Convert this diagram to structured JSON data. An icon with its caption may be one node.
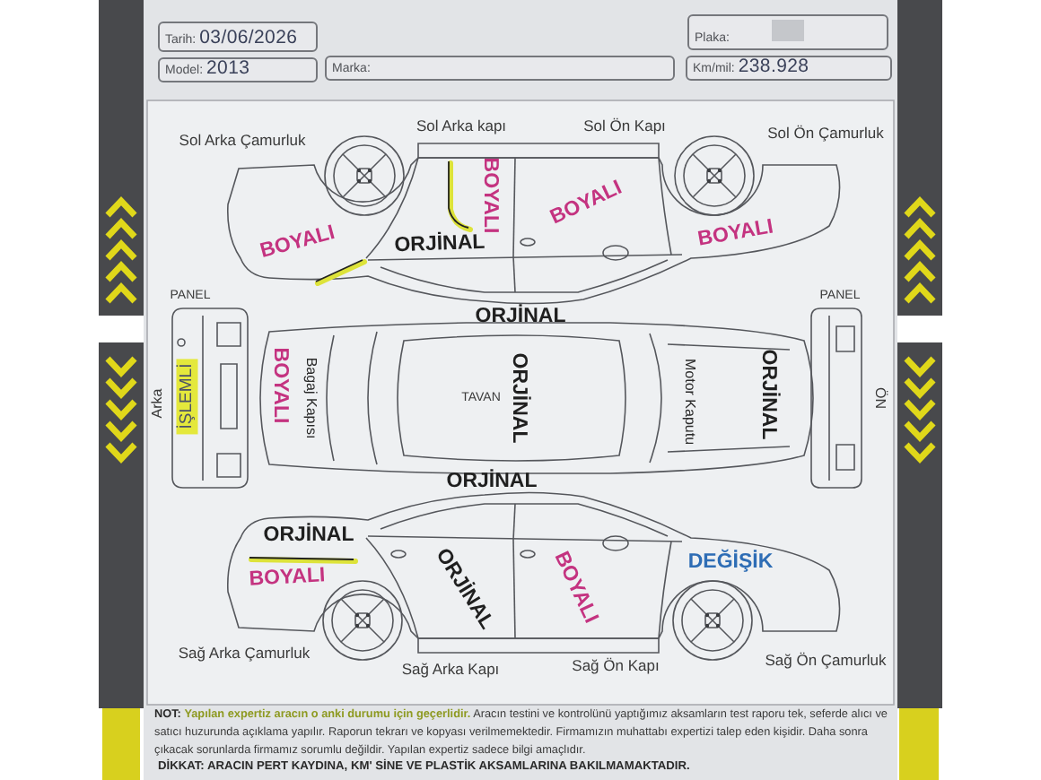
{
  "diagram": {
    "nodes": [
      {
        "text": [
          "Tarih:",
          "03/06/2026"
        ]
      },
      {
        "text": [
          "Plaka:"
        ]
      },
      {
        "text": [
          "Model:",
          "2013"
        ]
      },
      {
        "text": [
          "Marka:"
        ]
      },
      {
        "text": [
          "Km/mil:",
          "238.928"
        ]
      }
    ],
    "labels": [
      "Sol Arka Çamurluk",
      "Sol Arka kapı",
      "Sol Ön Kapı",
      "Sol Ön Çamurluk",
      "BOYALI",
      "BOYALI",
      "ORJİNAL",
      "BOYALI",
      "BOYALI",
      "PANEL",
      "PANEL",
      "ORJİNAL",
      "Arka",
      "İŞLEMLİ",
      "BOYALI",
      "Bagaj Kapısı",
      "TAVAN",
      "ORJİNAL",
      "Motor Kaputu",
      "ORJİNAL",
      "ÖN",
      "ORJİNAL",
      "ORJİNAL",
      "BOYALI",
      "ORJİNAL",
      "BOYALI",
      "DEĞİŞİK",
      "Sağ Arka Çamurluk",
      "Sağ Arka Kapı",
      "Sağ Ön Kapı",
      "Sağ Ön Çamurluk",
      "**NOT:** **Yapılan expertiz aracın o anki durumu için geçerlidir.** Aracın testini ve kontrolünü yaptığımız aksamların test raporu tek, seferde alıcı ve satıcı huzurunda açıklama yapılır. Raporun tekrarı ve kopyası verilmemektedir. Firmamızın muhattabı expertizi talep eden kişidir. Daha sonra çıkacak sorunlarda firmamız sorumlu değildir. Yapılan expertiz sadece bilgi amaçlıdır.",
      "DİKKAT: ARACIN PERT KAYDINA, KM' SİNE VE PLASTİK AKSAMLARINA BAKILMAMAKTADIR."
    ]
  }
}
